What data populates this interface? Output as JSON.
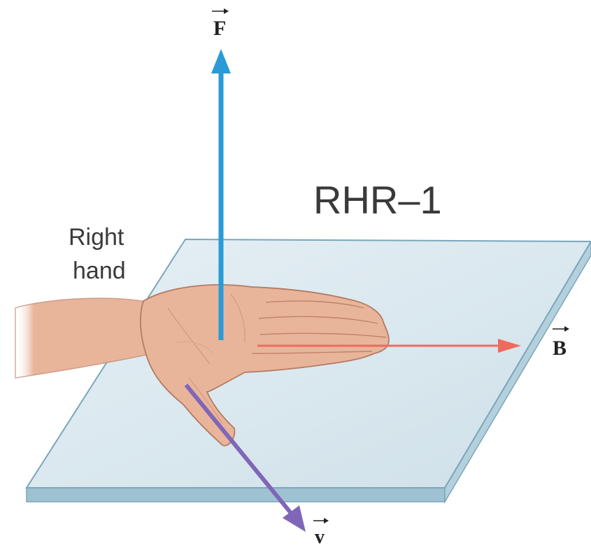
{
  "diagram": {
    "title": "RHR–1",
    "hand_label_line1": "Right",
    "hand_label_line2": "hand",
    "vectors": {
      "force": {
        "symbol": "F",
        "color": "#2a9bd6"
      },
      "field": {
        "symbol": "B",
        "color": "#ee6b5f"
      },
      "velocity": {
        "symbol": "v",
        "color": "#8066b8"
      }
    },
    "colors": {
      "plane_top": "#d9e8ef",
      "plane_edge": "#8cb4c6",
      "plane_side": "#a8c8d6",
      "skin": "#e8b59b",
      "skin_shadow": "#c98f77"
    }
  }
}
